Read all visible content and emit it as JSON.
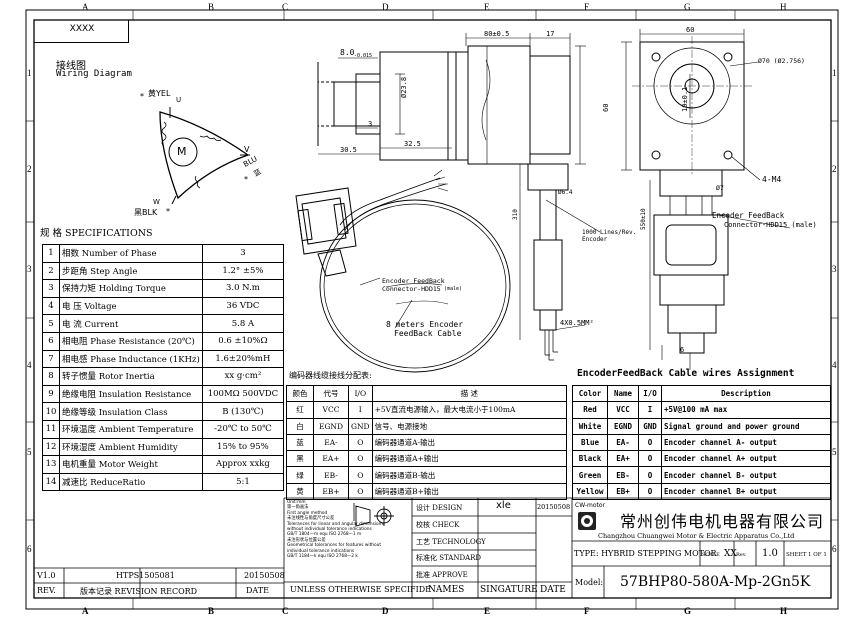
{
  "drawing_no_box": "XXXX",
  "zone_letters": [
    "A",
    "B",
    "C",
    "D",
    "E",
    "F",
    "G",
    "H"
  ],
  "zone_numbers": [
    "1",
    "2",
    "3",
    "4",
    "5",
    "6"
  ],
  "wiring": {
    "title_cn": "接线图",
    "title_en": "Wiring Diagram",
    "u_label": "黄YEL",
    "u_letter": "U",
    "v_letter": "V",
    "v_label": "BLU",
    "v_cn": "蓝",
    "w_letter": "W",
    "w_label": "黑BLK",
    "motor_letter": "M",
    "star": "*"
  },
  "specs": {
    "title": "规 格 SPECIFICATIONS",
    "rows": [
      {
        "no": "1",
        "name": "相数 Number of Phase",
        "value": "3"
      },
      {
        "no": "2",
        "name": "步距角 Step Angle",
        "value": "1.2° ±5%"
      },
      {
        "no": "3",
        "name": "保持力矩 Holding Torque",
        "value": "3.0 N.m"
      },
      {
        "no": "4",
        "name": "电 压 Voltage",
        "value": "36 VDC"
      },
      {
        "no": "5",
        "name": "电 流 Current",
        "value": "5.8 A"
      },
      {
        "no": "6",
        "name": "相电阻 Phase Resistance (20℃)",
        "value": "0.6 ±10%Ω"
      },
      {
        "no": "7",
        "name": "相电感 Phase Inductance (1KHz)",
        "value": "1.6±20%mH"
      },
      {
        "no": "8",
        "name": "转子惯量 Rotor Inertia",
        "value": "xx g·cm²"
      },
      {
        "no": "9",
        "name": "绝缘电阻 Insulation Resistance",
        "value": "100MΩ 500VDC"
      },
      {
        "no": "10",
        "name": "绝缘等级 Insulation Class",
        "value": "B (130℃)"
      },
      {
        "no": "11",
        "name": "环境温度 Ambient Temperature",
        "value": "-20℃ to 50℃"
      },
      {
        "no": "12",
        "name": "环境湿度 Ambient Humidity",
        "value": "15% to 95%"
      },
      {
        "no": "13",
        "name": "电机重量 Motor Weight",
        "value": "Approx xxkg"
      },
      {
        "no": "14",
        "name": "减速比 ReduceRatio",
        "value": "5:1"
      }
    ]
  },
  "dims": {
    "d_80": "80±0.5",
    "d_17": "17",
    "d_60": "60",
    "d_8": "8.0",
    "d_8_tol": "-0.015",
    "d_238": "Ø23.8",
    "d_3": "3",
    "d_32": "32.5",
    "d_305": "30.5",
    "d_10": "10±0.1",
    "d_70": "Ø70 (Ø2.756)",
    "d_4m4": "4-M4",
    "d_7": "Ø7",
    "d_64": "Ø6.4",
    "d_310": "310",
    "d_550": "550±10",
    "d_60v": "60",
    "d_6": "6"
  },
  "callouts": {
    "encoder_lines": "1000 Lines/Rev.",
    "encoder": "Encoder",
    "cable_4x": "4X0.5MM²",
    "conn_left_1": "Encoder FeedBack",
    "conn_left_2": "Connector-HDD15",
    "conn_left_3": "(male)",
    "cable_8m_1": "8 meters Encoder",
    "cable_8m_2": "FeedBack Cable",
    "conn_right_1": "Encoder FeedBack",
    "conn_right_2": "Connector-HDD15 (male)"
  },
  "enc_cn": {
    "title": "编码器线缆接线分配表:",
    "headers": [
      "颜色",
      "代号",
      "I/O",
      "描 述"
    ],
    "rows": [
      [
        "红",
        "VCC",
        "I",
        "+5V直流电源输入，最大电流小于100mA"
      ],
      [
        "白",
        "EGND",
        "GND",
        "信号、电源接地"
      ],
      [
        "蓝",
        "EA-",
        "O",
        "编码器通道A-输出"
      ],
      [
        "黑",
        "EA+",
        "O",
        "编码器通道A+输出"
      ],
      [
        "绿",
        "EB-",
        "O",
        "编码器通道B-输出"
      ],
      [
        "黄",
        "EB+",
        "O",
        "编码器通道B+输出"
      ]
    ]
  },
  "enc_en": {
    "title": "EncoderFeedBack Cable wires Assignment",
    "headers": [
      "Color",
      "Name",
      "I/O",
      "Description"
    ],
    "rows": [
      [
        "Red",
        "VCC",
        "I",
        "+5V@100 mA max"
      ],
      [
        "White",
        "EGND",
        "GND",
        "Signal ground and power ground"
      ],
      [
        "Blue",
        "EA-",
        "O",
        "Encoder channel A- output"
      ],
      [
        "Black",
        "EA+",
        "O",
        "Encoder channel A+ output"
      ],
      [
        "Green",
        "EB-",
        "O",
        "Encoder channel B- output"
      ],
      [
        "Yellow",
        "EB+",
        "O",
        "Encoder channel B+ output"
      ]
    ]
  },
  "title_block": {
    "notes": [
      "Unit:mm",
      "第一角画法",
      "First angle method",
      "未注线性与角度尺寸公差",
      "Tolerances for linear and angular dimensions",
      "without individual tolerance indications",
      "GB/T 1804—m equ ISO 2768—1 m",
      "未注形状与位置公差",
      "Geometrical tolerances for features without",
      "individual tolerance indications",
      "GB/T 1184—k equ ISO 2768—2 k"
    ],
    "design": "设计 DESIGN",
    "design_name": "xle",
    "design_date": "20150508",
    "check": "校核 CHECK",
    "tech": "工艺 TECHNOLOGY",
    "standard": "标准化 STANDARD",
    "approve": "批准 APPROVE",
    "names": "NAMES",
    "signature": "SINGATURE",
    "date": "DATE",
    "unless": "UNLESS OTHERWISE SPECIFIDE",
    "rev_v": "V1.0",
    "rev_code": "HTPS1505081",
    "rev_date": "20150508",
    "rev": "REV.",
    "rev_record": "版本记录 REVISION RECORD",
    "rev_date_h": "DATE",
    "cw_logo": "CW-motor",
    "company_cn": "常州创伟电机电器有限公司",
    "company_en": "Changzhou Chuangwei Motor & Electric Apparatus Co.,Ltd",
    "type": "TYPE: HYBRID STEPPING MOTOR",
    "scale_l": "SCALE",
    "scale": "XX",
    "rev_l": "Rev.",
    "rev_val": "1.0",
    "sheet": "SHEET 1 OF 1",
    "model_l": "Model:",
    "model": "57BHP80-580A-Mp-2Gn5K"
  }
}
